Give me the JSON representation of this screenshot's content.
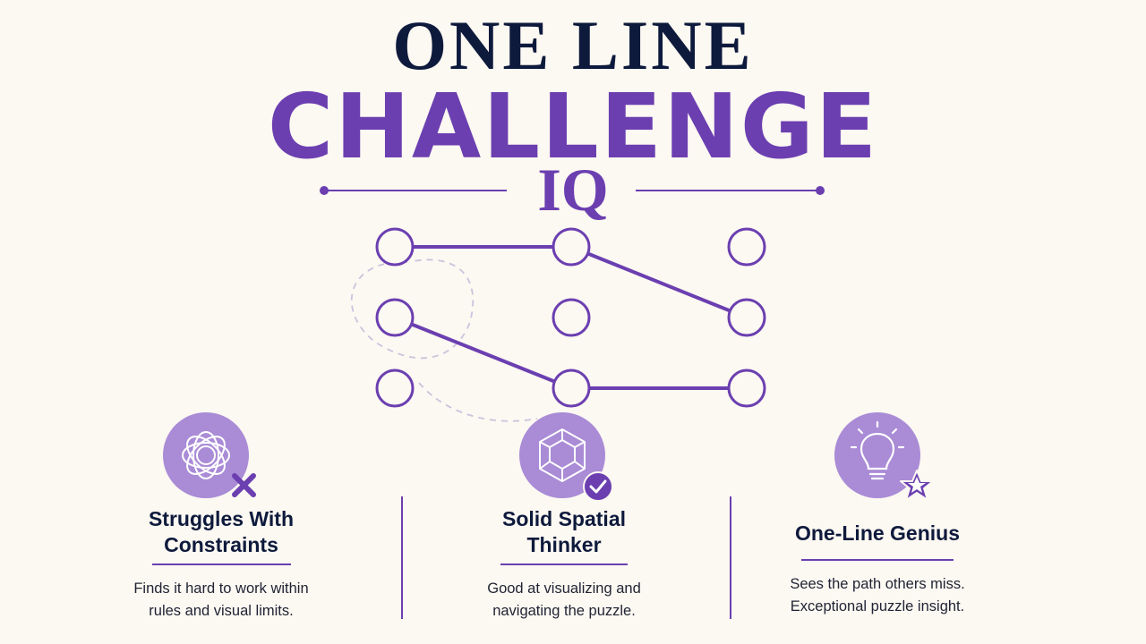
{
  "title": {
    "line1": "ONE LINE",
    "line2": "CHALLENGE",
    "line3": "IQ"
  },
  "colors": {
    "background": "#fcf8f2",
    "accent": "#6b3fb0",
    "accent_light": "#a98bd6",
    "dark_navy": "#0e1a3c",
    "dashed_gray": "#c9c4dc"
  },
  "puzzle": {
    "grid": "3x3 dots",
    "segments": [
      {
        "from": "r1c1",
        "to": "r1c2"
      },
      {
        "from": "r1c2",
        "to": "r2c3"
      },
      {
        "from": "r2c1",
        "to": "r3c2"
      },
      {
        "from": "r3c2",
        "to": "r3c3"
      }
    ]
  },
  "columns": [
    {
      "icon": "tangled-loops-icon",
      "badge": "x-mark-icon",
      "heading_line1": "Struggles With",
      "heading_line2": "Constraints",
      "desc_line1": "Finds it hard to work within",
      "desc_line2": "rules and visual limits."
    },
    {
      "icon": "cube-icon",
      "badge": "checkmark-icon",
      "heading_line1": "Solid Spatial",
      "heading_line2": "Thinker",
      "desc_line1": "Good at visualizing and",
      "desc_line2": "navigating the puzzle."
    },
    {
      "icon": "lightbulb-icon",
      "badge": "star-icon",
      "heading_line1": "One-Line Genius",
      "heading_line2": "",
      "desc_line1": "Sees the path others miss.",
      "desc_line2": "Exceptional puzzle insight."
    }
  ]
}
